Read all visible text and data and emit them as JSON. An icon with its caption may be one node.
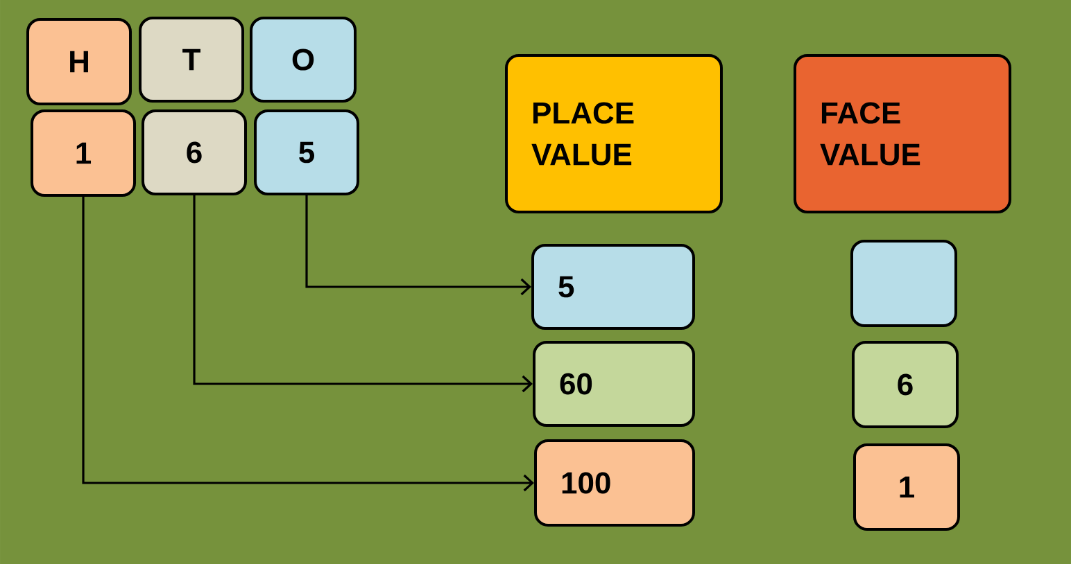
{
  "diagram": {
    "nodes": [
      {
        "text": [
          "H"
        ]
      },
      {
        "text": [
          "T"
        ]
      },
      {
        "text": [
          "O"
        ]
      },
      {
        "text": [
          "1"
        ]
      },
      {
        "text": [
          "6"
        ]
      },
      {
        "text": [
          "5"
        ]
      },
      {
        "text": [
          "PLACE VALUE"
        ]
      },
      {
        "text": [
          "FACE VALUE"
        ]
      },
      {
        "text": [
          "5"
        ]
      },
      {
        "text": [
          "60"
        ]
      },
      {
        "text": [
          "100"
        ]
      },
      {
        "text": [],
        "shape": "box"
      },
      {
        "text": [
          "6"
        ]
      },
      {
        "text": [
          "1"
        ]
      }
    ],
    "edges": [
      {
        "from": 5,
        "to": 8,
        "arrow": "to"
      },
      {
        "from": 4,
        "to": 9,
        "arrow": "to"
      },
      {
        "from": 3,
        "to": 10,
        "arrow": "to"
      }
    ]
  }
}
